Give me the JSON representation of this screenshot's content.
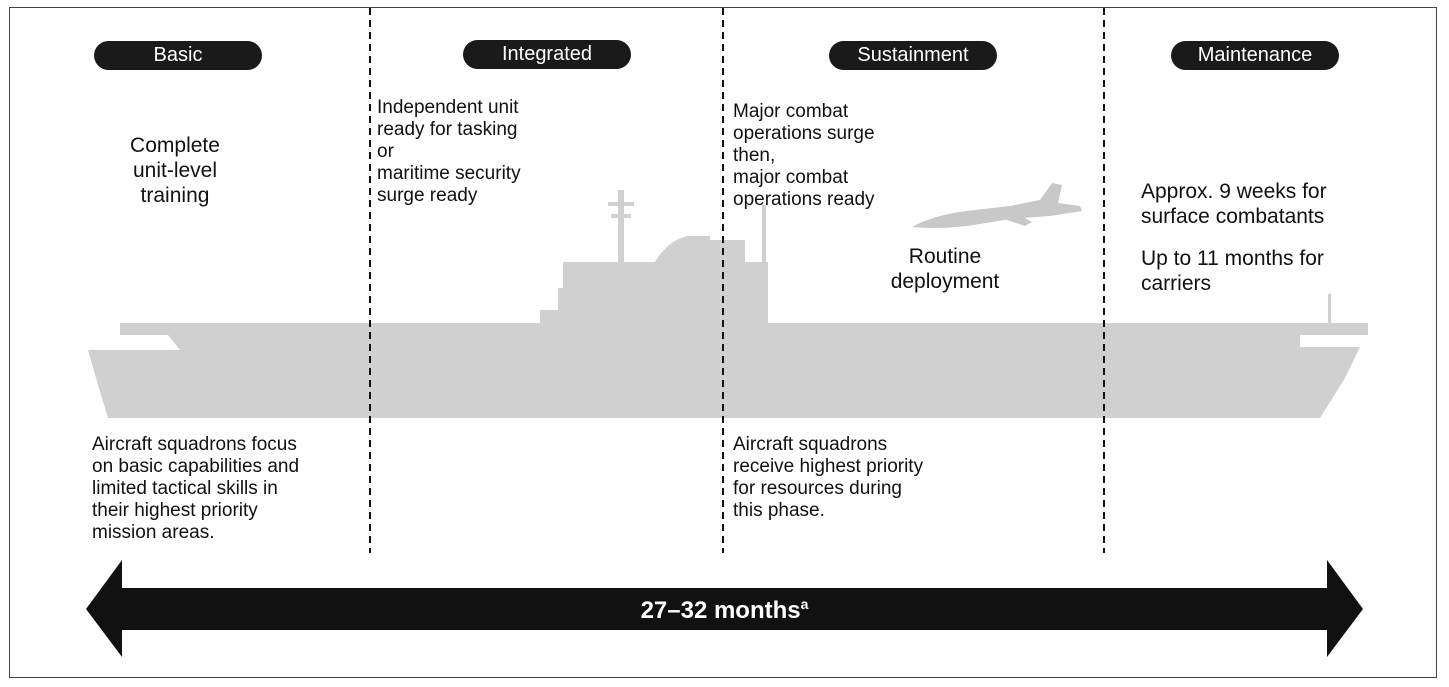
{
  "phases": [
    {
      "label": "Basic"
    },
    {
      "label": "Integrated"
    },
    {
      "label": "Sustainment"
    },
    {
      "label": "Maintenance"
    }
  ],
  "notes": {
    "basic_top": "Complete\nunit-level\ntraining",
    "integrated_top": "Independent unit\nready for tasking\nor\nmaritime security\nsurge ready",
    "sustainment_top": "Major combat\noperations surge\nthen,\nmajor combat\noperations ready",
    "routine": "Routine\ndeployment",
    "maintenance_1": "Approx. 9 weeks for\nsurface combatants",
    "maintenance_2": "Up to 11 months for\ncarriers",
    "basic_bottom": "Aircraft squadrons focus\non basic capabilities and\nlimited tactical skills in\ntheir highest priority\nmission areas.",
    "sustainment_bottom": "Aircraft squadrons\nreceive highest priority\nfor resources during\nthis phase."
  },
  "duration": {
    "label": "27–32 months",
    "footnote_marker": "a"
  },
  "colors": {
    "silhouette": "#d0d0d0",
    "pill": "#1a1a1a",
    "arrow": "#111111"
  }
}
